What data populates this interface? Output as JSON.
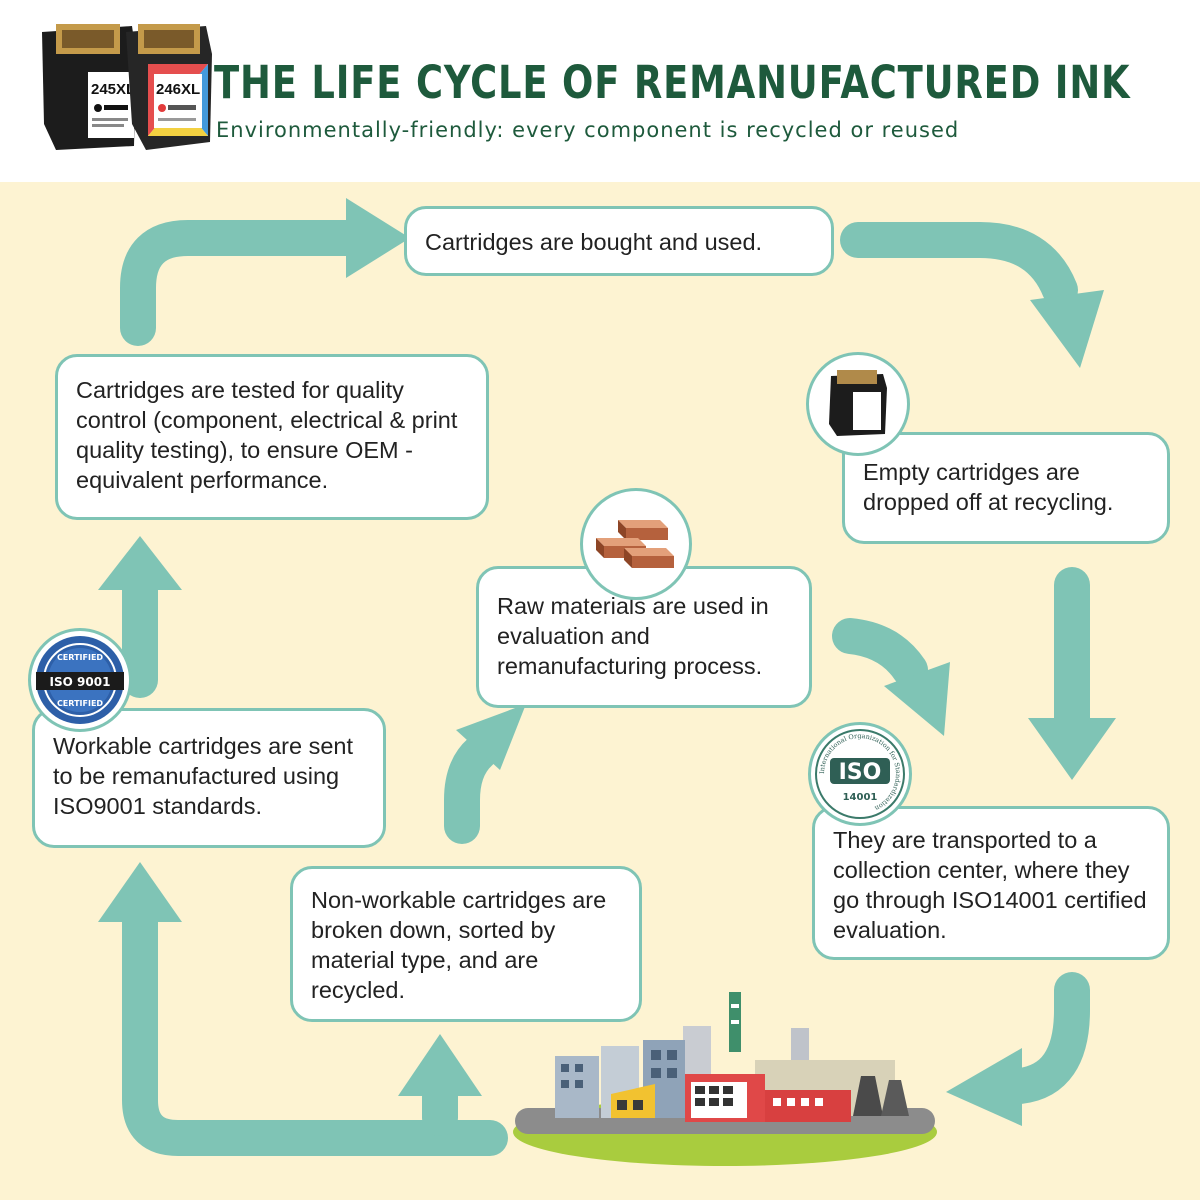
{
  "header": {
    "title": "THE LIFE CYCLE OF REMANUFACTURED INK",
    "subtitle": "Environmentally-friendly: every component is recycled or reused",
    "product_labels": {
      "black": "245XL",
      "color": "246XL"
    }
  },
  "steps": {
    "bought_used": {
      "text": "Cartridges are bought and used."
    },
    "dropped_off": {
      "text": "Empty cartridges are dropped off at recycling."
    },
    "transported": {
      "text": "They are transported to a collection center, where they go through ISO14001 certified evaluation."
    },
    "raw_materials": {
      "text": "Raw materials are used in evaluation and remanufacturing process."
    },
    "non_workable": {
      "text": "Non-workable cartridges are broken down, sorted by material type, and are recycled."
    },
    "workable": {
      "text": "Workable cartridges are sent to be remanufactured using ISO9001 standards."
    },
    "tested": {
      "text": "Cartridges are tested for quality control (component, electrical & print quality testing), to ensure OEM - equivalent performance."
    }
  },
  "badges": {
    "iso9001": {
      "top": "CERTIFIED",
      "main": "ISO 9001",
      "bottom": "CERTIFIED"
    },
    "iso14001": {
      "ring": "International Organization for Standardization",
      "main": "ISO",
      "number": "14001"
    }
  },
  "icons": [
    "ink-cartridge-icon",
    "copper-bars-icon",
    "iso9001-badge-icon",
    "iso14001-badge-icon",
    "factory-icon"
  ],
  "colors": {
    "arrow": "#7fc4b5",
    "background": "#fdf3d2",
    "title": "#1e5a3c",
    "box_border": "#7fc4b5"
  }
}
